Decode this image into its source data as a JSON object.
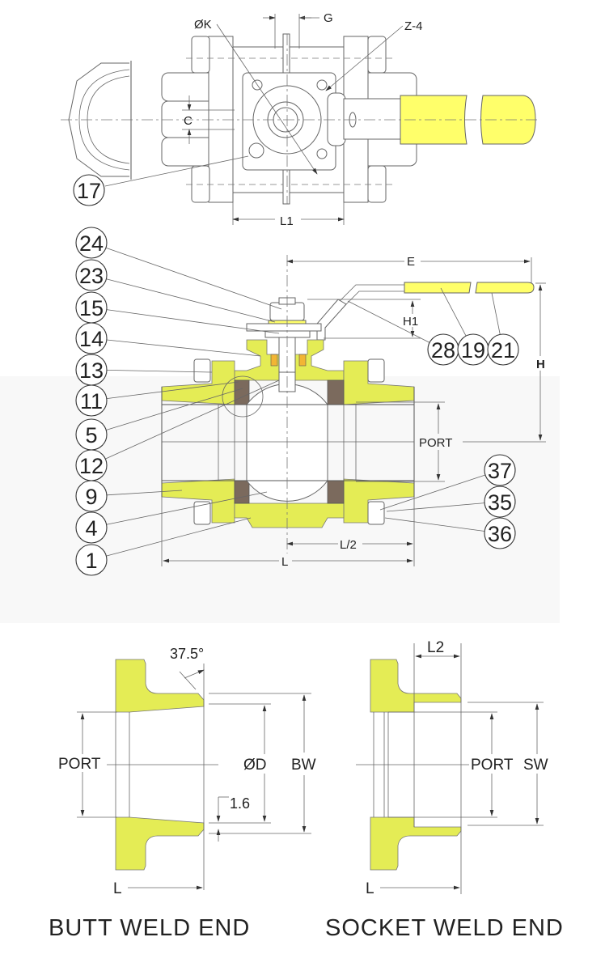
{
  "top_view": {
    "labels": {
      "ok": "ØK",
      "g": "G",
      "z4": "Z-4",
      "c": "C",
      "l1": "L1"
    },
    "balloons": [
      "17"
    ]
  },
  "section_view": {
    "labels": {
      "e": "E",
      "h1": "H1",
      "h": "H",
      "port": "PORT",
      "l_half": "L/2",
      "l": "L"
    },
    "left_balloons": [
      "24",
      "23",
      "15",
      "14",
      "13",
      "11",
      "5",
      "12",
      "9",
      "4",
      "1"
    ],
    "handle_balloons": [
      "28",
      "19",
      "21"
    ],
    "right_balloons": [
      "37",
      "35",
      "36"
    ]
  },
  "butt_weld": {
    "title": "BUTT  WELD  END",
    "labels": {
      "angle": "37.5°",
      "port": "PORT",
      "od": "ØD",
      "bw": "BW",
      "gap": "1.6",
      "l": "L"
    }
  },
  "socket_weld": {
    "title": "SOCKET  WELD  END",
    "labels": {
      "l2": "L2",
      "port": "PORT",
      "sw": "SW",
      "l": "L"
    }
  },
  "colors": {
    "body": "#e4ec55",
    "seat": "#7b6a5d",
    "handle_grip": "#ffff6a",
    "packing": "#f2b534"
  }
}
